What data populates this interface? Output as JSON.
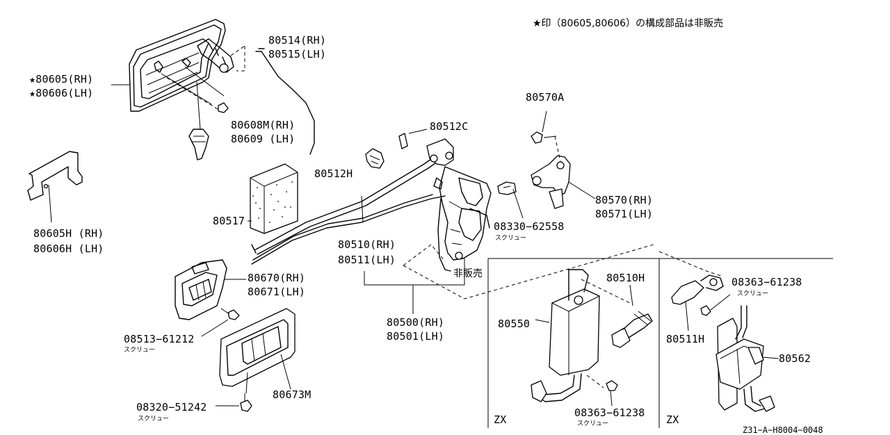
{
  "header_note": "★印（80605,80606）の構成部品は非販売",
  "labels": {
    "l80605": "★80605(RH)",
    "l80606": "★80606(LH)",
    "l80514": "80514(RH)",
    "l80515": "80515(LH)",
    "l80608m": "80608M(RH)",
    "l80609": "80609  (LH)",
    "l80605h": "80605H (RH)",
    "l80606h": "80606H (LH)",
    "l80517": "80517",
    "l80512h": "80512H",
    "l80512c": "80512C",
    "l80570a": "80570A",
    "l80570": "80570(RH)",
    "l80571": "80571(LH)",
    "l08330": "08330−62558",
    "s08330": "スクリュー",
    "l80510": "80510(RH)",
    "l80511": "80511(LH)",
    "nonsale": "非販売",
    "l80670": "80670(RH)",
    "l80671": "80671(LH)",
    "l08513": "08513−61212",
    "s08513": "スクリュー",
    "l80673m": "80673M",
    "l08320": "08320−51242",
    "s08320": "スクリュー",
    "l80500": "80500(RH)",
    "l80501": "80501(LH)",
    "l80510h": "80510H",
    "l80550": "80550",
    "l08363a": "08363−61238",
    "s08363a": "スクリュー",
    "zx_left": "ZX",
    "l08363b": "08363−61238",
    "s08363b": "スクリュー",
    "l80511h": "80511H",
    "l80562": "80562",
    "zx_right": "ZX"
  },
  "footer_code": "Z31−A−H8004−0048"
}
